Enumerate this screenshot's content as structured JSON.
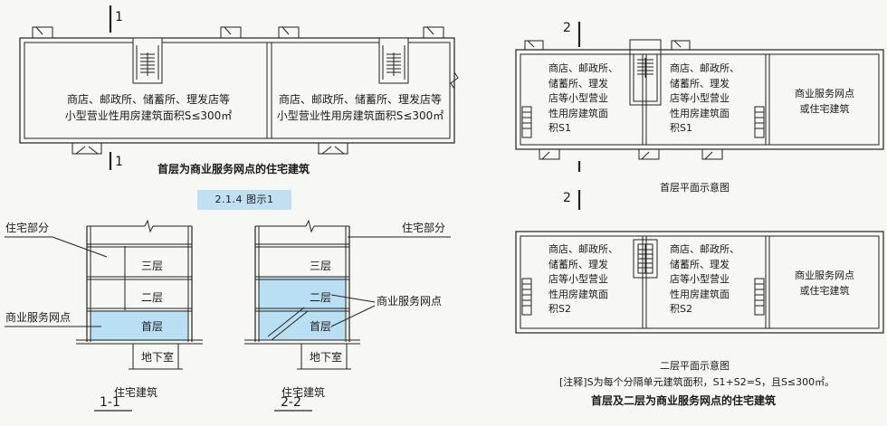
{
  "colors": {
    "line": "#222222",
    "shop_fill": "#b9dff2",
    "caption_bg": "#bfe0f1",
    "background": "#f7f7f4"
  },
  "top_left": {
    "section_mark": "1",
    "room_line1": "商店、邮政所、储蓄所、理发店等",
    "room_line2": "小型营业性用房建筑面积S≤300㎡",
    "caption": "首层为商业服务网点的住宅建筑"
  },
  "figure_label": "2.1.4 图示1",
  "section_1_1": {
    "residence_part": "住宅部分",
    "commercial_point": "商业服务网点",
    "floor3": "三层",
    "floor2": "二层",
    "floor1": "首层",
    "basement": "地下室",
    "building": "住宅建筑",
    "section_title": "1-1"
  },
  "section_2_2": {
    "residence_part": "住宅部分",
    "commercial_point": "商业服务网点",
    "floor3": "三层",
    "floor2": "二层",
    "floor1": "首层",
    "basement": "地下室",
    "building": "住宅建筑",
    "section_title": "2-2"
  },
  "right_plans": {
    "section_mark": "2",
    "ground_room": [
      "商店、邮政所、",
      "储蓄所、理发",
      "店等小型营业",
      "性用房建筑面",
      "积S1"
    ],
    "upper_room": [
      "商店、邮政所、",
      "储蓄所、理发",
      "店等小型营业",
      "性用房建筑面",
      "积S2"
    ],
    "service_or_residence": [
      "商业服务网点",
      "或住宅建筑"
    ],
    "ground_caption": "首层平面示意图",
    "upper_caption": "二层平面示意图",
    "note": "[注释]S为每个分隔单元建筑面积，S1+S2=S，且S≤300㎡。",
    "main_caption": "首层及二层为商业服务网点的住宅建筑"
  }
}
